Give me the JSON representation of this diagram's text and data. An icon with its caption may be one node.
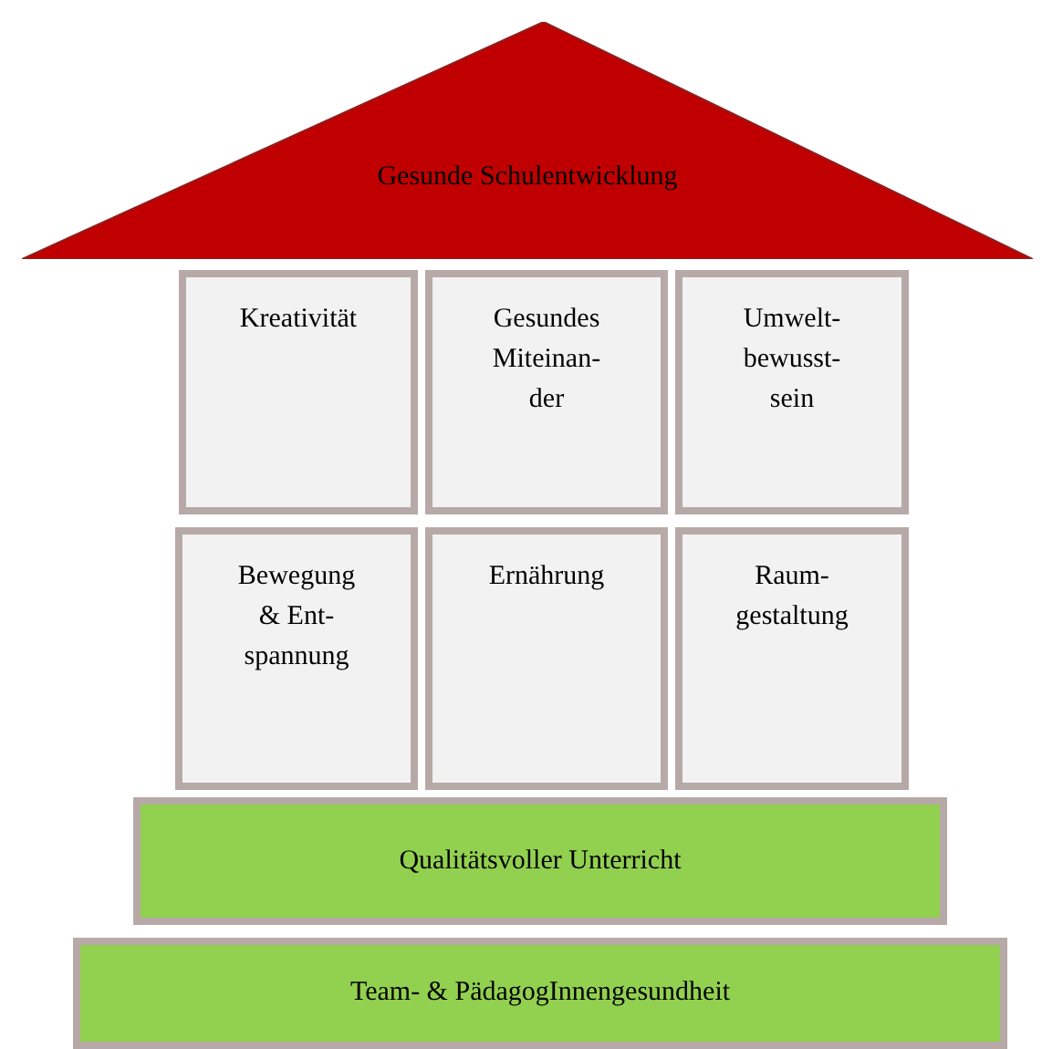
{
  "diagram": {
    "nodes": [
      {
        "text": [
          "Gesunde Schulentwicklung"
        ]
      },
      {
        "text": [
          "Kreativität"
        ]
      },
      {
        "text": [
          "Gesundes Miteinan-der"
        ]
      },
      {
        "text": [
          "Umwelt-bewusst-sein"
        ]
      },
      {
        "text": [
          "Bewegung & Ent-spannung"
        ]
      },
      {
        "text": [
          "Ernährung"
        ]
      },
      {
        "text": [
          "Raum-gestaltung"
        ]
      },
      {
        "text": [
          "Qualitätsvoller Unterricht"
        ]
      },
      {
        "text": [
          "Team- & PädagogInnengesundheit"
        ]
      }
    ],
    "edges": []
  }
}
